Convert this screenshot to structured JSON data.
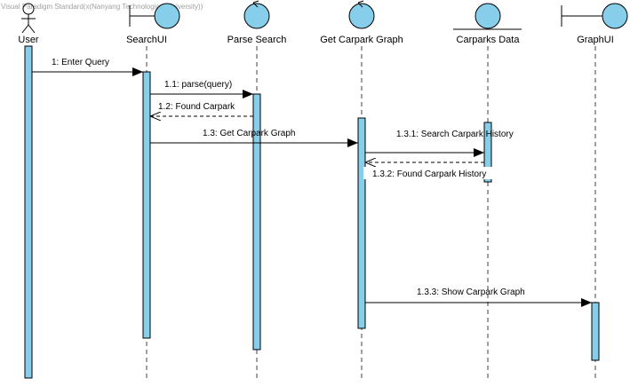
{
  "watermark": "Visual Paradigm Standard(x(Nanyang Technological University))",
  "colors": {
    "fill": "#87ceeb",
    "stroke": "#000000",
    "lifeline": "#404040",
    "background": "#ffffff"
  },
  "lifelines": [
    {
      "id": "user",
      "label": "User",
      "kind": "actor"
    },
    {
      "id": "searchui",
      "label": "SearchUI",
      "kind": "boundary"
    },
    {
      "id": "parse",
      "label": "Parse Search",
      "kind": "control"
    },
    {
      "id": "graph",
      "label": "Get Carpark Graph",
      "kind": "control"
    },
    {
      "id": "data",
      "label": "Carparks Data",
      "kind": "entity"
    },
    {
      "id": "graphui",
      "label": "GraphUI",
      "kind": "boundary"
    }
  ],
  "messages": [
    {
      "label": "1: Enter Query",
      "from": "user",
      "to": "searchui",
      "type": "sync"
    },
    {
      "label": "1.1: parse(query)",
      "from": "searchui",
      "to": "parse",
      "type": "sync"
    },
    {
      "label": "1.2: Found Carpark",
      "from": "parse",
      "to": "searchui",
      "type": "return"
    },
    {
      "label": "1.3: Get Carpark Graph",
      "from": "searchui",
      "to": "graph",
      "type": "sync"
    },
    {
      "label": "1.3.1: Search Carpark History",
      "from": "graph",
      "to": "data",
      "type": "sync"
    },
    {
      "label": "1.3.2: Found Carpark History",
      "from": "data",
      "to": "graph",
      "type": "return"
    },
    {
      "label": "1.3.3: Show Carpark Graph",
      "from": "graph",
      "to": "graphui",
      "type": "sync"
    }
  ]
}
